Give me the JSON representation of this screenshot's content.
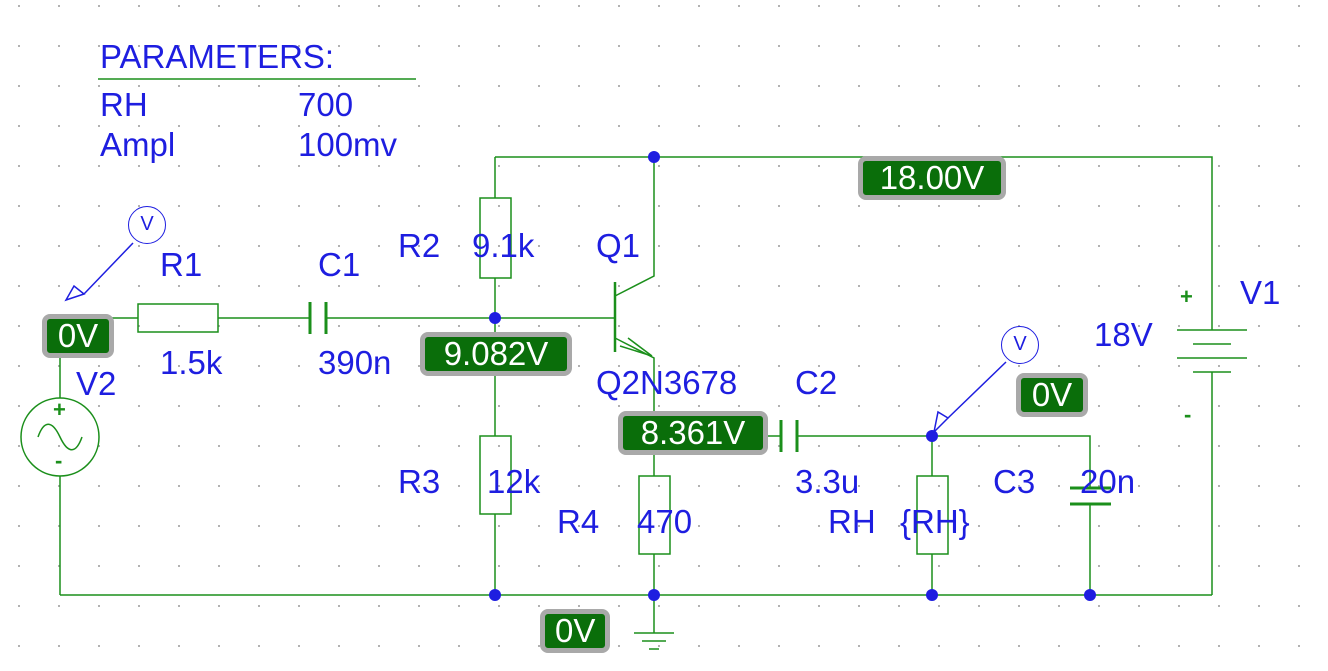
{
  "parameters": {
    "heading": "PARAMETERS:",
    "rows": [
      {
        "name": "RH",
        "value": "700"
      },
      {
        "name": "Ampl",
        "value": "100mv"
      }
    ]
  },
  "components": {
    "R1": {
      "ref": "R1",
      "value": "1.5k"
    },
    "C1": {
      "ref": "C1",
      "value": "390n"
    },
    "R2": {
      "ref": "R2",
      "value": "9.1k"
    },
    "R3": {
      "ref": "R3",
      "value": "12k"
    },
    "Q1": {
      "ref": "Q1",
      "value": "Q2N3678"
    },
    "R4": {
      "ref": "R4",
      "value": "470"
    },
    "C2": {
      "ref": "C2",
      "value": "3.3u"
    },
    "RH": {
      "ref": "RH",
      "value": "{RH}"
    },
    "C3": {
      "ref": "C3",
      "value": "20n"
    },
    "V1": {
      "ref": "V1",
      "value": "18V"
    },
    "V2": {
      "ref": "V2"
    }
  },
  "probes": {
    "vcc": "18.00V",
    "base": "9.082V",
    "emitter": "8.361V",
    "source": "0V",
    "output": "0V",
    "ground": "0V"
  },
  "meter_symbol": "V",
  "polarity": {
    "plus": "+",
    "minus": "-"
  },
  "colors": {
    "wire": "#1b8f1b",
    "component": "#1b8f1b",
    "label": "#1e1ee0",
    "junction": "#1e1ee0",
    "probe_bg": "#0a6e0a",
    "probe_border": "#a9a9a9"
  }
}
